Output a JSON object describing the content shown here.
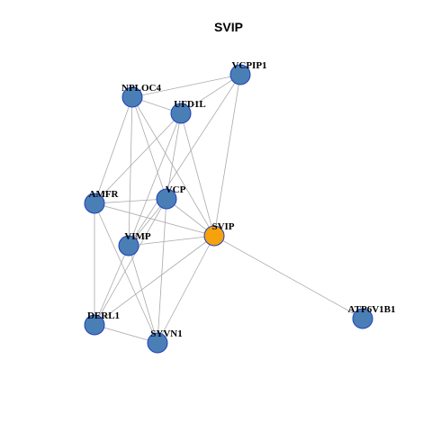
{
  "title": "SVIP",
  "colors": {
    "node_default": "#4a7fb5",
    "node_highlight": "#f5a20c",
    "node_border": "#1f3fbf",
    "edge": "#aaaaaa"
  },
  "nodes": [
    {
      "id": "VCPIP1",
      "label": "VCPIP1",
      "highlight": false
    },
    {
      "id": "NPLOC4",
      "label": "NPLOC4",
      "highlight": false
    },
    {
      "id": "UFD1L",
      "label": "UFD1L",
      "highlight": false
    },
    {
      "id": "AMFR",
      "label": "AMFR",
      "highlight": false
    },
    {
      "id": "VCP",
      "label": "VCP",
      "highlight": false
    },
    {
      "id": "SVIP",
      "label": "SVIP",
      "highlight": true
    },
    {
      "id": "VIMP",
      "label": "VIMP",
      "highlight": false
    },
    {
      "id": "DERL1",
      "label": "DERL1",
      "highlight": false
    },
    {
      "id": "SYVN1",
      "label": "SYVN1",
      "highlight": false
    },
    {
      "id": "ATP6V1B1",
      "label": "ATP6V1B1",
      "highlight": false
    }
  ],
  "edges": [
    [
      "VCPIP1",
      "NPLOC4"
    ],
    [
      "VCPIP1",
      "UFD1L"
    ],
    [
      "VCPIP1",
      "SVIP"
    ],
    [
      "VCPIP1",
      "VIMP"
    ],
    [
      "NPLOC4",
      "UFD1L"
    ],
    [
      "NPLOC4",
      "AMFR"
    ],
    [
      "NPLOC4",
      "VCP"
    ],
    [
      "NPLOC4",
      "SVIP"
    ],
    [
      "NPLOC4",
      "VIMP"
    ],
    [
      "UFD1L",
      "AMFR"
    ],
    [
      "UFD1L",
      "VCP"
    ],
    [
      "UFD1L",
      "SVIP"
    ],
    [
      "UFD1L",
      "VIMP"
    ],
    [
      "AMFR",
      "VCP"
    ],
    [
      "AMFR",
      "SVIP"
    ],
    [
      "AMFR",
      "DERL1"
    ],
    [
      "AMFR",
      "SYVN1"
    ],
    [
      "VCP",
      "SVIP"
    ],
    [
      "VCP",
      "VIMP"
    ],
    [
      "VCP",
      "DERL1"
    ],
    [
      "VCP",
      "SYVN1"
    ],
    [
      "SVIP",
      "VIMP"
    ],
    [
      "SVIP",
      "DERL1"
    ],
    [
      "SVIP",
      "SYVN1"
    ],
    [
      "SVIP",
      "ATP6V1B1"
    ],
    [
      "VIMP",
      "DERL1"
    ],
    [
      "VIMP",
      "SYVN1"
    ],
    [
      "DERL1",
      "SYVN1"
    ]
  ]
}
